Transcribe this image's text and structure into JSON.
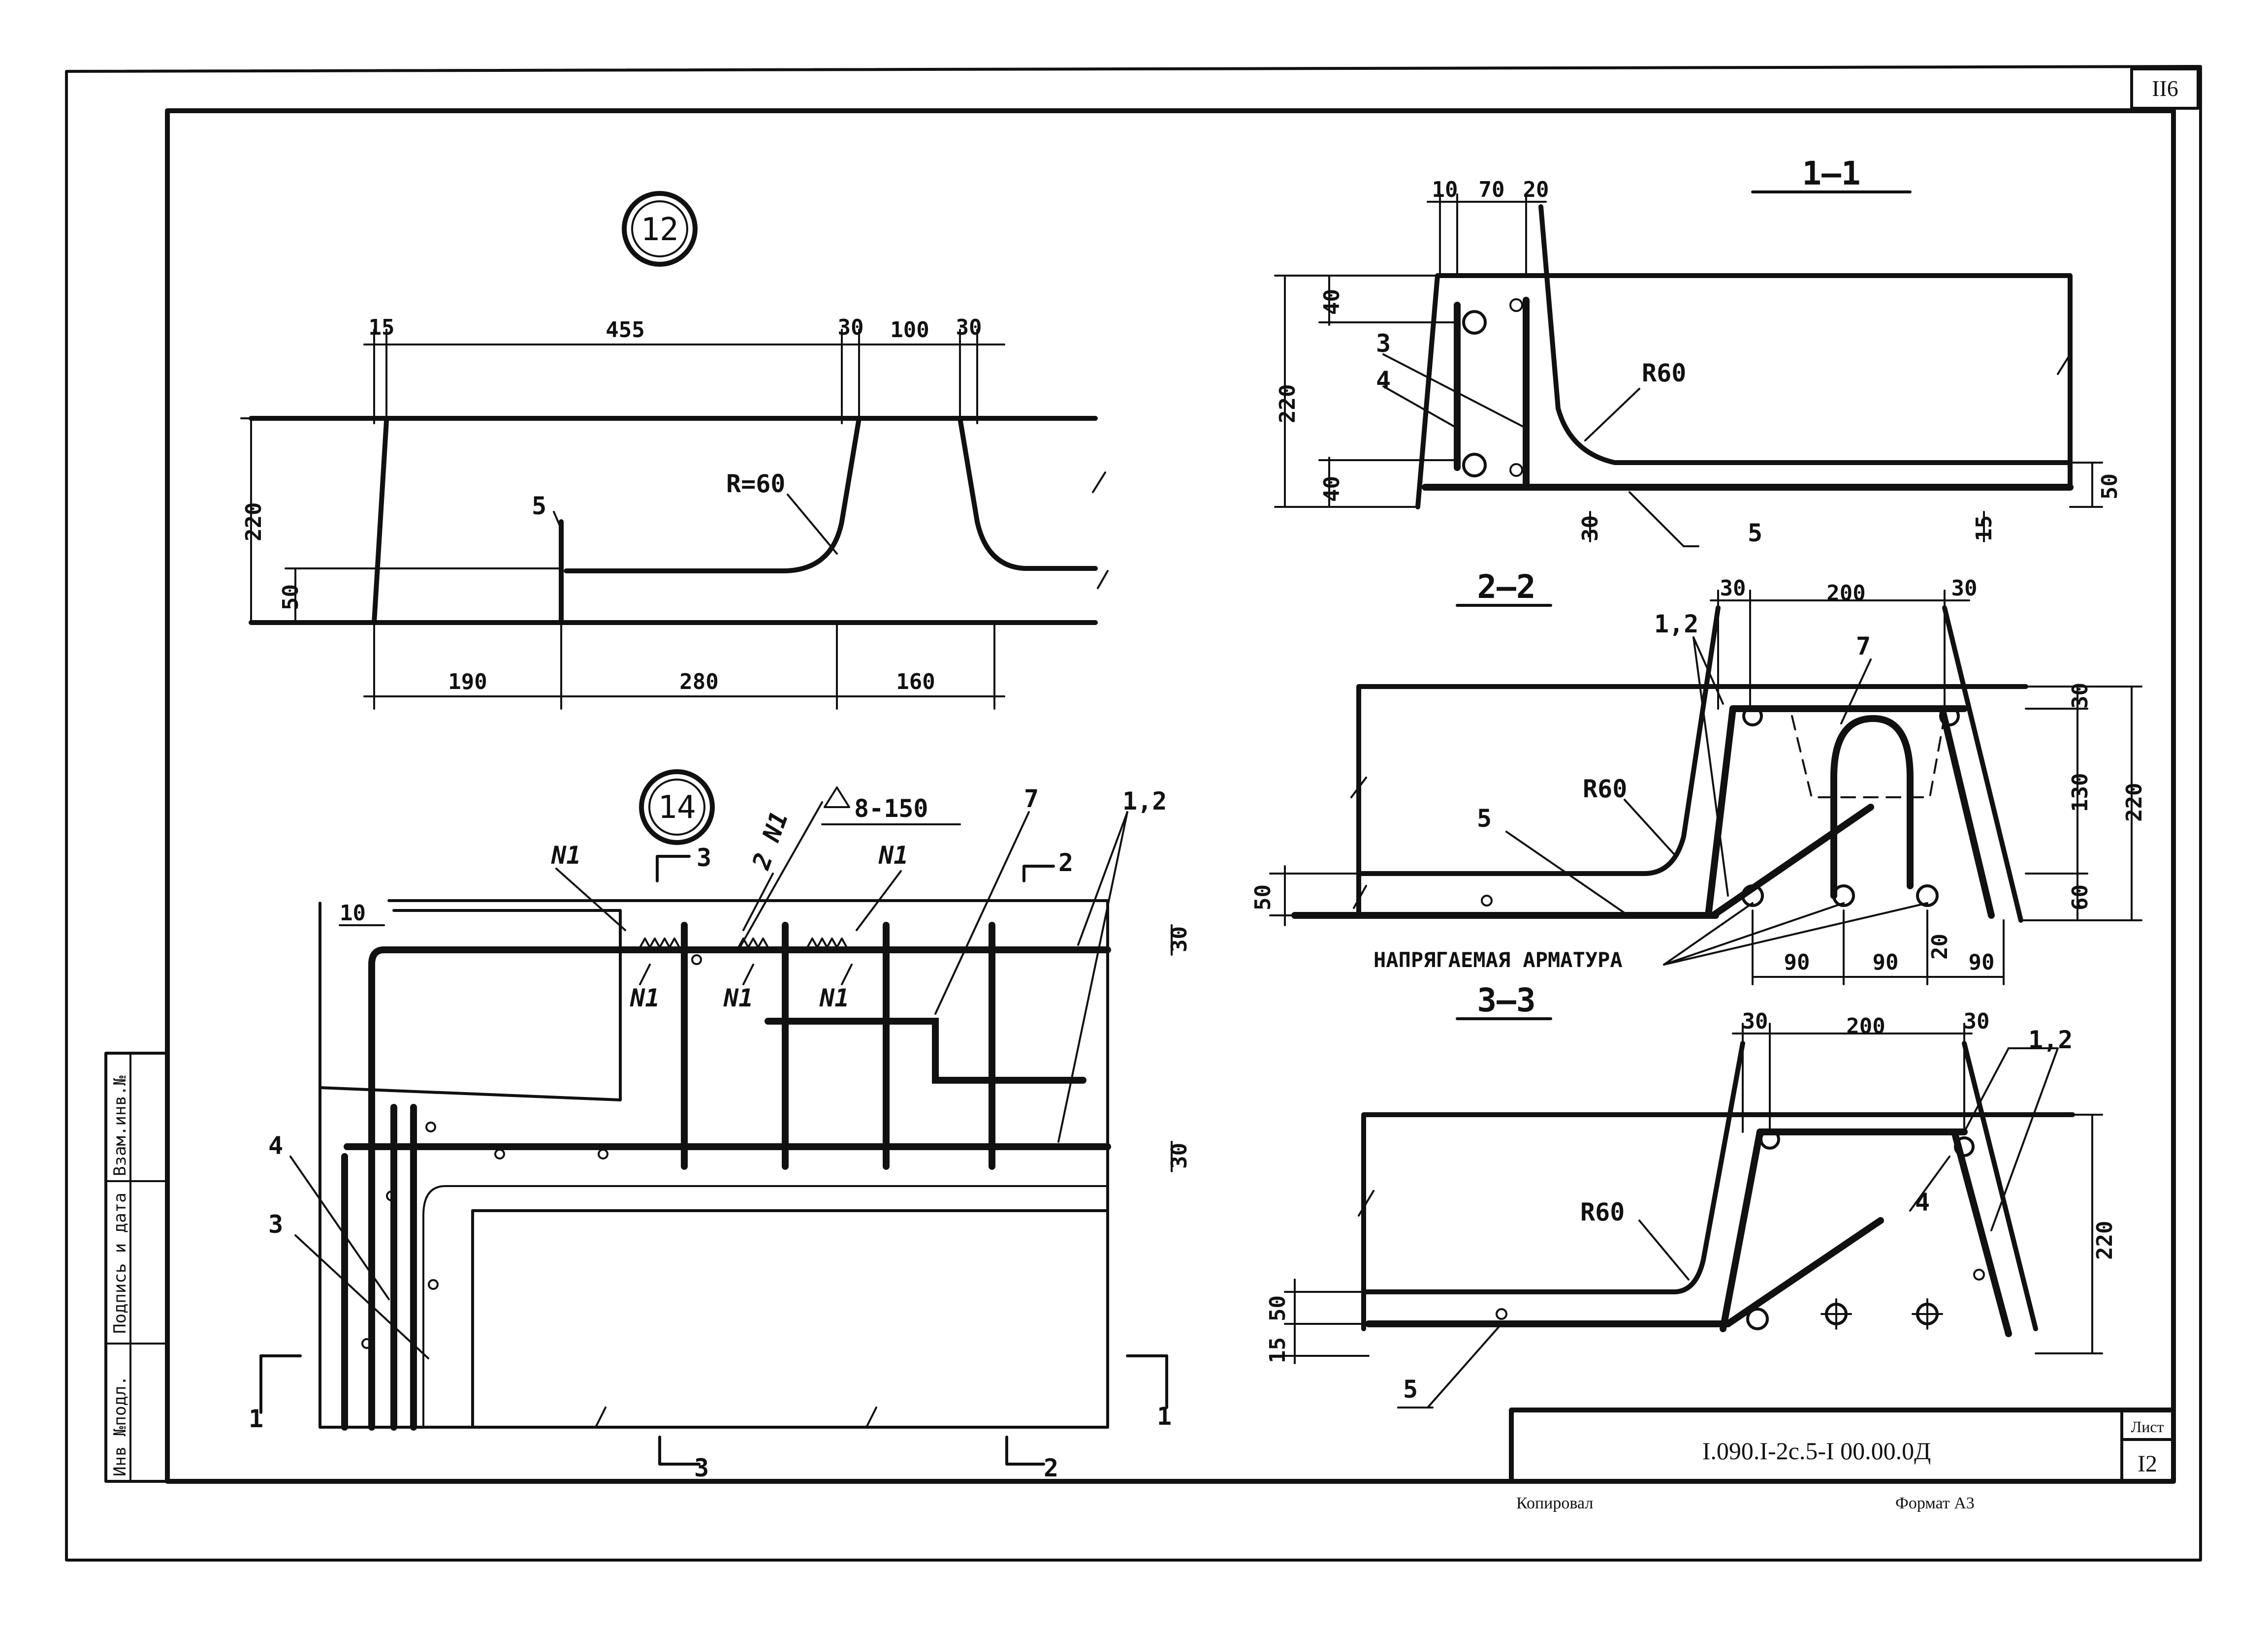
{
  "sheet": {
    "page_number": "II6",
    "sheet_label": "Лист",
    "sheet_number": "I2",
    "drawing_code": "I.090.I-2c.5-I   00.00.0Д",
    "copied_label": "Копировал",
    "format_label": "Формат А3"
  },
  "side_stamp": {
    "inv_no": "Инв №подл.",
    "sign_date": "Подпись и дата",
    "vzam": "Взам.инв.№"
  },
  "node12": {
    "marker": "12",
    "dim_top": [
      "15",
      "455",
      "30",
      "100",
      "30"
    ],
    "dim_bottom": [
      "190",
      "280",
      "160"
    ],
    "dim_left": [
      "220",
      "50"
    ],
    "radius": "R=60",
    "pos5": "5"
  },
  "node14": {
    "marker": "14",
    "spec": "8-150",
    "n1_labels": [
      "N1",
      "2 N1",
      "N1",
      "N1",
      "N1",
      "N1"
    ],
    "pos_labels": [
      "7",
      "1,2",
      "4",
      "3"
    ],
    "dims": [
      "10",
      "30",
      "30"
    ],
    "cut_labels": [
      "3",
      "2",
      "1",
      "1",
      "3",
      "2"
    ]
  },
  "sec11": {
    "title": "1—1",
    "dims_top": [
      "10",
      "70",
      "20"
    ],
    "dims_left": [
      "220",
      "40",
      "40"
    ],
    "dims_right": [
      "50",
      "30",
      "15"
    ],
    "radius": "R60",
    "pos_labels": [
      "3",
      "4",
      "5"
    ]
  },
  "sec22": {
    "title": "2—2",
    "dims_top": [
      "30",
      "200",
      "30"
    ],
    "dims_right": [
      "30",
      "130",
      "60",
      "220"
    ],
    "dims_bottom": [
      "90",
      "90",
      "90",
      "20"
    ],
    "dim_left": [
      "50"
    ],
    "radius": "R60",
    "pos_labels": [
      "1,2",
      "7",
      "5"
    ],
    "note": "НАПРЯГАЕМАЯ АРМАТУРА"
  },
  "sec33": {
    "title": "3—3",
    "dims_top": [
      "30",
      "200",
      "30"
    ],
    "dims_right": [
      "220"
    ],
    "dims_left": [
      "50",
      "15"
    ],
    "radius": "R60",
    "pos_labels": [
      "1,2",
      "4",
      "5"
    ]
  }
}
